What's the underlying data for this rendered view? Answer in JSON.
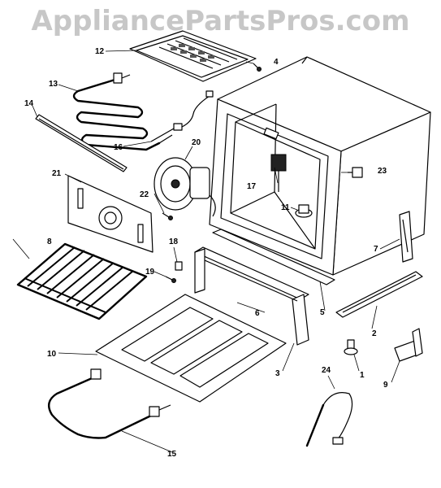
{
  "watermark": "AppliancePartsPros.com",
  "callouts": [
    "1",
    "2",
    "3",
    "4",
    "5",
    "6",
    "7",
    "8",
    "9",
    "10",
    "11",
    "12",
    "13",
    "14",
    "15",
    "16",
    "17",
    "18",
    "19",
    "20",
    "21",
    "22",
    "23",
    "24"
  ]
}
